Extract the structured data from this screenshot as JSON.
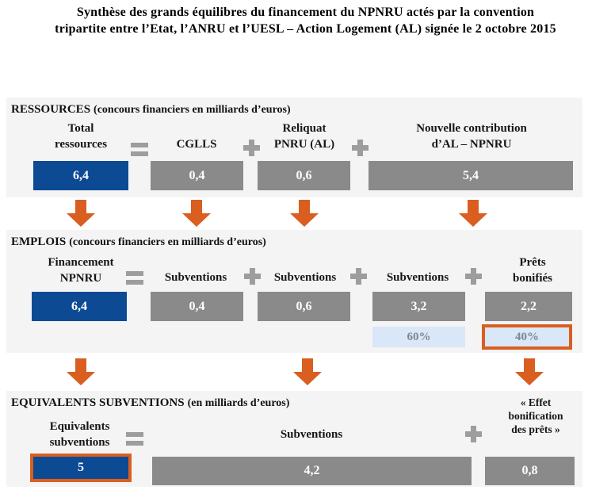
{
  "title": {
    "line1": "Synthèse des grands équilibres du financement du NPNRU actés par la convention",
    "line2": "tripartite entre l’Etat, l’ANRU et l’UESL – Action Logement (AL) signée le 2 octobre 2015"
  },
  "colors": {
    "accent_blue": "#0d4a94",
    "box_gray": "#8a8a8a",
    "section_bg": "#f4f4f4",
    "arrow_orange": "#d95e20",
    "pct_bg": "#dae7f8",
    "pct_text": "#7d8793"
  },
  "icons": {
    "equals_icon": "=",
    "plus_icon": "+",
    "down_arrow_icon": "▼"
  },
  "ressources": {
    "heading": "RESSOURCES",
    "heading_sub": "(concours financiers en milliards d’euros)",
    "total_label_line1": "Total",
    "total_label_line2": "ressources",
    "total_value": "6,4",
    "cglls_label": "CGLLS",
    "cglls_value": "0,4",
    "reliquat_label_line1": "Reliquat",
    "reliquat_label_line2": "PNRU (AL)",
    "reliquat_value": "0,6",
    "nouvelle_label_line1": "Nouvelle contribution",
    "nouvelle_label_line2": "d’AL – NPNRU",
    "nouvelle_value": "5,4"
  },
  "emplois": {
    "heading": "EMPLOIS",
    "heading_sub": "(concours financiers en milliards d’euros)",
    "financement_label_line1": "Financement",
    "financement_label_line2": "NPNRU",
    "financement_value": "6,4",
    "sub1_label": "Subventions",
    "sub1_value": "0,4",
    "sub2_label": "Subventions",
    "sub2_value": "0,6",
    "sub3_label": "Subventions",
    "sub3_value": "3,2",
    "sub3_pct": "60%",
    "prets_label_line1": "Prêts",
    "prets_label_line2": "bonifiés",
    "prets_value": "2,2",
    "prets_pct": "40%"
  },
  "equivalents": {
    "heading": "EQUIVALENTS SUBVENTIONS",
    "heading_sub": "(en milliards d’euros)",
    "equiv_label_line1": "Equivalents",
    "equiv_label_line2": "subventions",
    "equiv_value": "5",
    "subventions_label": "Subventions",
    "subventions_value": "4,2",
    "effet_label_line1": "« Effet",
    "effet_label_line2": "bonification",
    "effet_label_line3": "des prêts »",
    "effet_value": "0,8"
  }
}
